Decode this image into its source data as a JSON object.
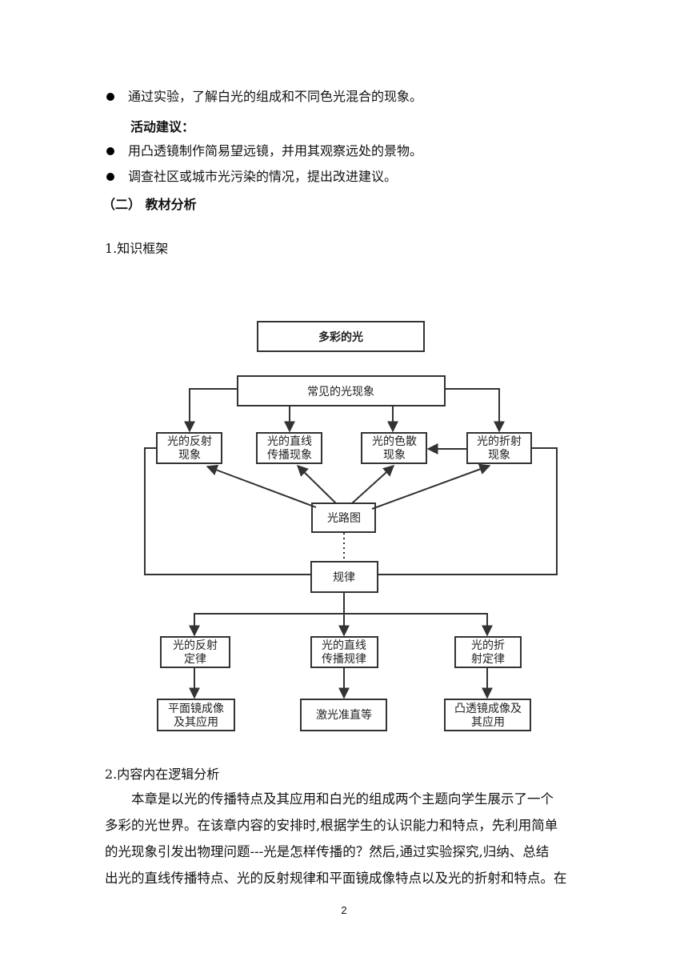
{
  "objectives": {
    "item1": "通过实验，了解白光的组成和不同色光混合的现象。"
  },
  "activities": {
    "heading": "活动建议：",
    "items": [
      "用凸透镜制作简易望远镜，并用其观察远处的景物。",
      "调查社区或城市光污染的情况，提出改进建议。"
    ]
  },
  "section2": {
    "heading": "（二） 教材分析",
    "sub1": "1.知识框架",
    "sub2": "2.内容内在逻辑分析"
  },
  "diagram": {
    "root": "多彩的光",
    "common": "常见的光现象",
    "phenomena": [
      {
        "line1": "光的反射",
        "line2": "现象"
      },
      {
        "line1": "光的直线",
        "line2": "传播现象"
      },
      {
        "line1": "光的色散",
        "line2": "现象"
      },
      {
        "line1": "光的折射",
        "line2": "现象"
      }
    ],
    "light_path": "光路图",
    "law": "规律",
    "laws": [
      {
        "line1": "光的反射",
        "line2": "定律"
      },
      {
        "line1": "光的直线",
        "line2": "传播规律"
      },
      {
        "line1": "光的折",
        "line2": "射定律"
      }
    ],
    "applications": [
      {
        "line1": "平面镜成像",
        "line2": "及其应用"
      },
      {
        "line1": "激光准直等",
        "line2": ""
      },
      {
        "line1": "凸透镜成像及",
        "line2": "其应用"
      }
    ]
  },
  "analysis": {
    "line1": "本章是以光的传播特点及其应用和白光的组成两个主题向学生展示了一个",
    "line2": "多彩的光世界。在该章内容的安排时,根据学生的认识能力和特点，先利用简单",
    "line3": "的光现象引发出物理问题---光是怎样传播的？然后,通过实验探究,归纳、总结",
    "line4": "出光的直线传播特点、光的反射规律和平面镜成像特点以及光的折射和特点。在"
  },
  "page_number": "2"
}
